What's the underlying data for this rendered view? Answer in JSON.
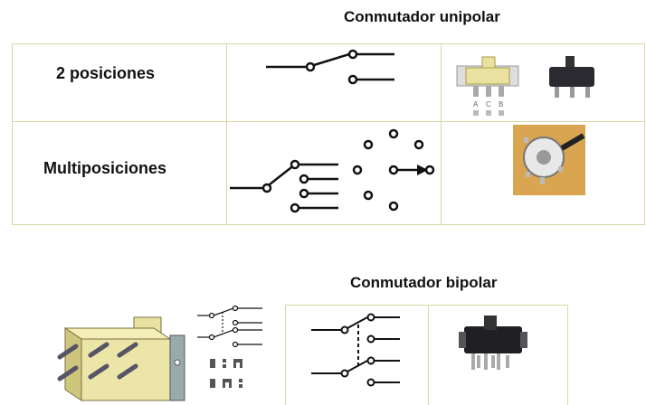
{
  "titles": {
    "unipolar": "Conmutador unipolar",
    "bipolar": "Conmutador bipolar"
  },
  "rows": [
    {
      "label": "2 posiciones"
    },
    {
      "label": "Multiposiciones"
    }
  ],
  "slide_switch_pin_labels": [
    "A",
    "C",
    "B"
  ],
  "colors": {
    "table_border": "#d9d6a8",
    "line": "#111111",
    "switch_body": "#e8e1a0",
    "photo_background": "#d9a550"
  }
}
